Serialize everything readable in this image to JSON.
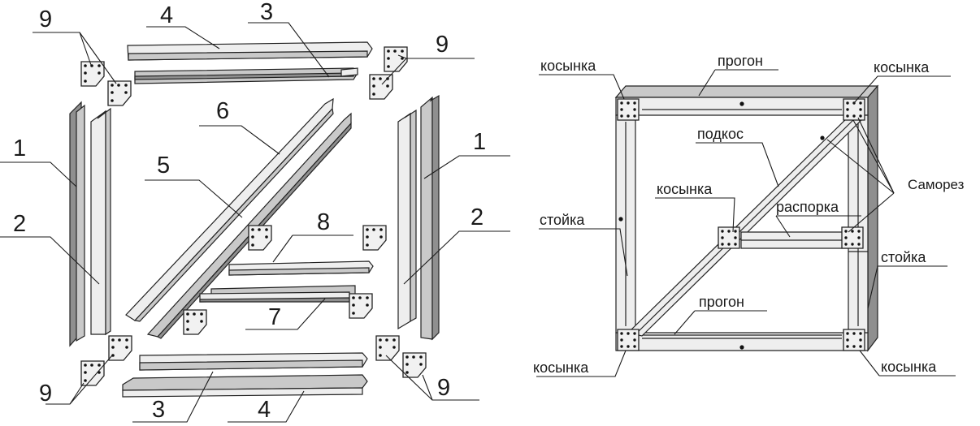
{
  "left_diagram": {
    "callouts": {
      "n1": "1",
      "n2": "2",
      "n3": "3",
      "n4": "4",
      "n5": "5",
      "n6": "6",
      "n7": "7",
      "n8": "8",
      "n9": "9"
    }
  },
  "right_diagram": {
    "labels": {
      "kosynka": "косынка",
      "progon": "прогон",
      "podkos": "подкос",
      "rasporka": "распорка",
      "stoika": "стойка",
      "samorez": "Саморез"
    }
  },
  "colors": {
    "profile_light": "#eeeeee",
    "profile_mid": "#c9c9c9",
    "profile_dark": "#8f8f8f",
    "outline": "#222222"
  }
}
